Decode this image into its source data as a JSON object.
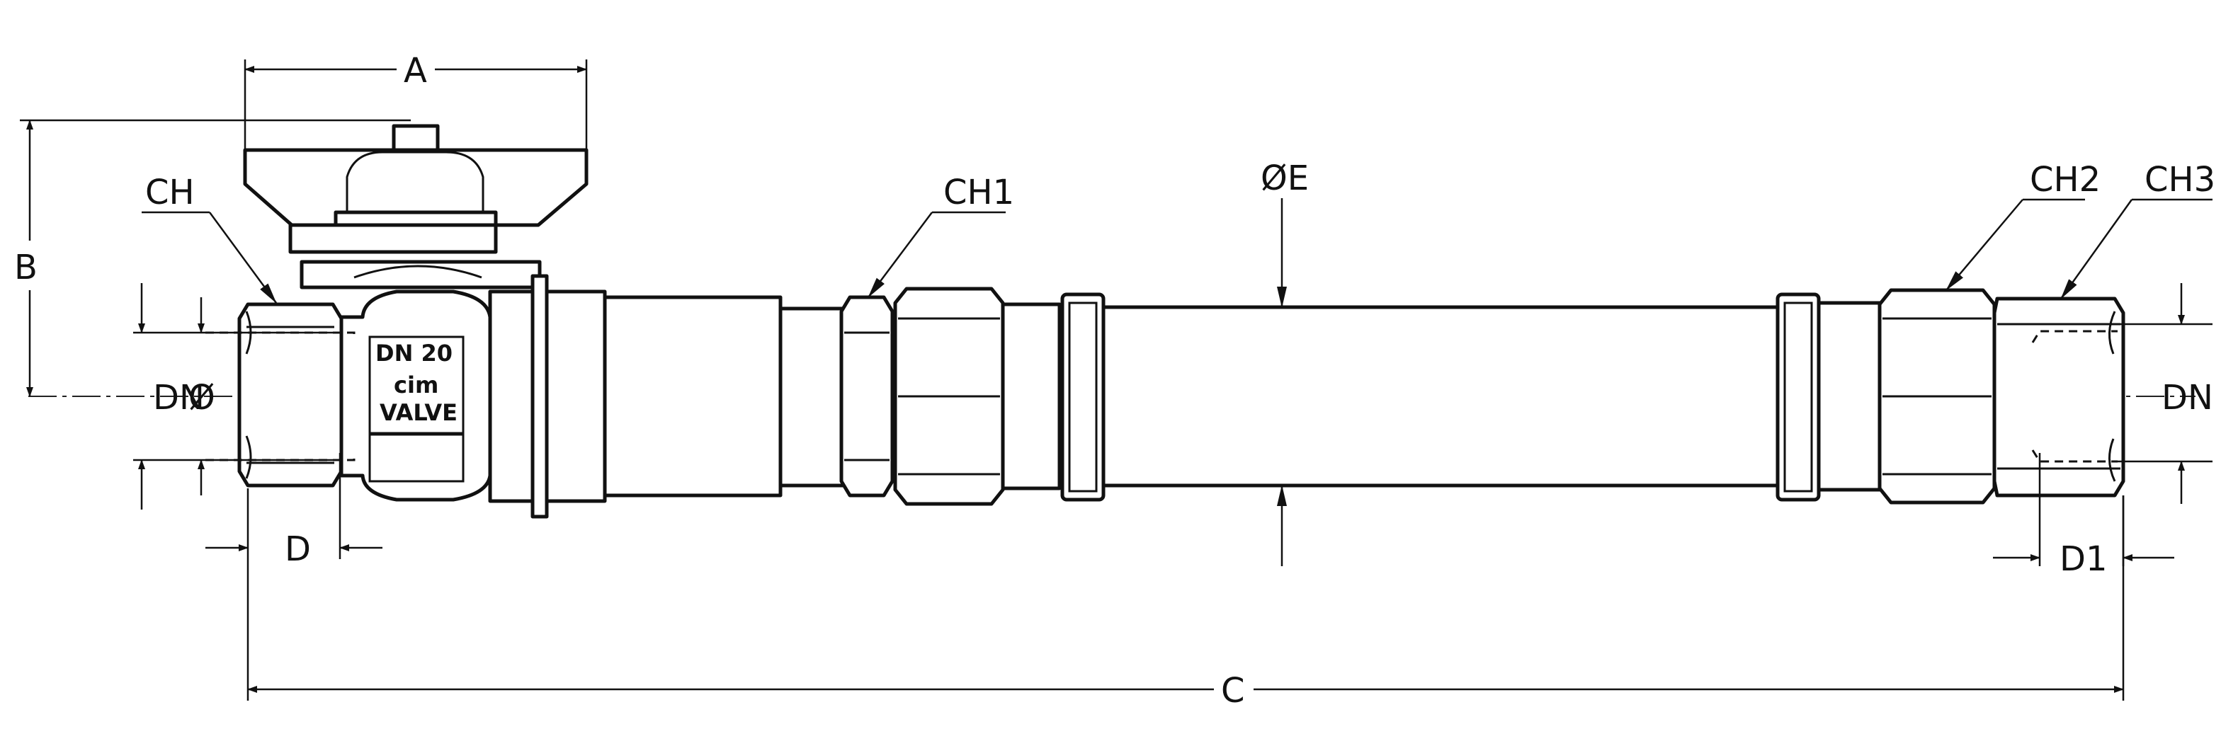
{
  "drawing": {
    "dimensions": {
      "A": "A",
      "B": "B",
      "C": "C",
      "D": "D",
      "D1": "D1",
      "DN_left": "DN",
      "DN_right": "DN",
      "OE": "ØE",
      "O": "Ø",
      "CH": "CH",
      "CH1": "CH1",
      "CH2": "CH2",
      "CH3": "CH3"
    },
    "body_marking": {
      "size": "DN 20",
      "brand": "cim",
      "word": "VALVE"
    }
  }
}
